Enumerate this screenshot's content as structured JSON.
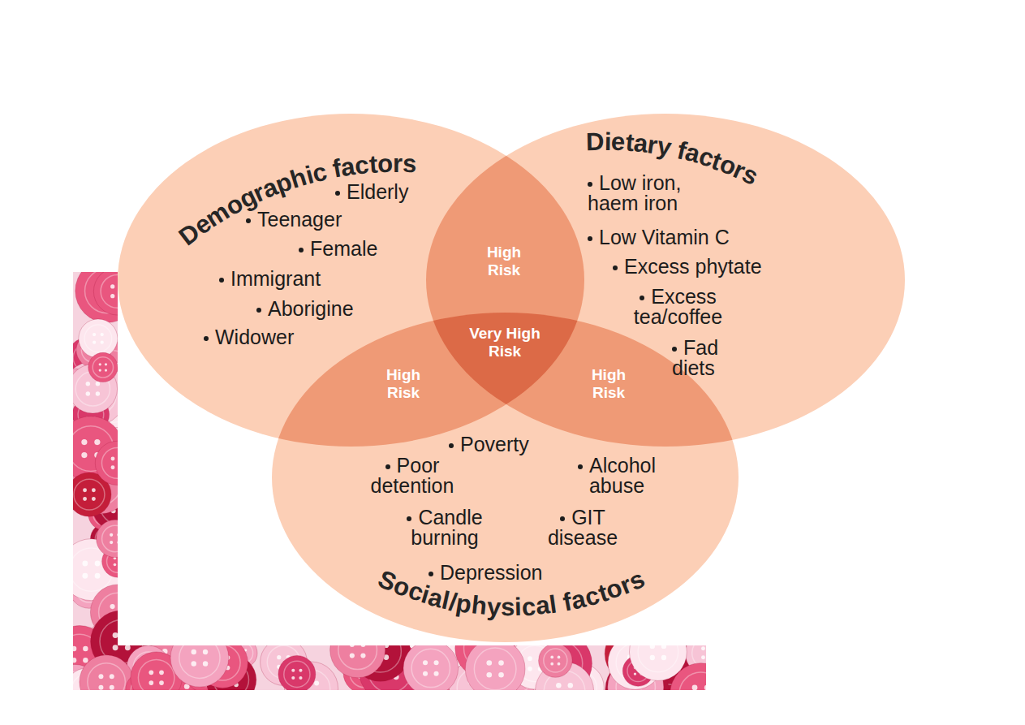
{
  "diagram": {
    "nodes": [
      {
        "text": [
          "Demographic factors",
          "Elderly",
          "Teenager",
          "Female",
          "Immigrant",
          "Aborigine",
          "Widower"
        ]
      },
      {
        "text": [
          "Dietary factors",
          "Low iron, haem iron",
          "Low Vitamin C",
          "Excess phytate",
          "Excess tea/coffee",
          "Fad diets"
        ]
      },
      {
        "text": [
          "Social/physical factors",
          "Poverty",
          "Poor detention",
          "Alcohol abuse",
          "Candle burning",
          "GIT disease",
          "Depression"
        ]
      }
    ],
    "labels": [
      "High Risk",
      "Very High Risk",
      "High Risk",
      "High Risk"
    ]
  }
}
